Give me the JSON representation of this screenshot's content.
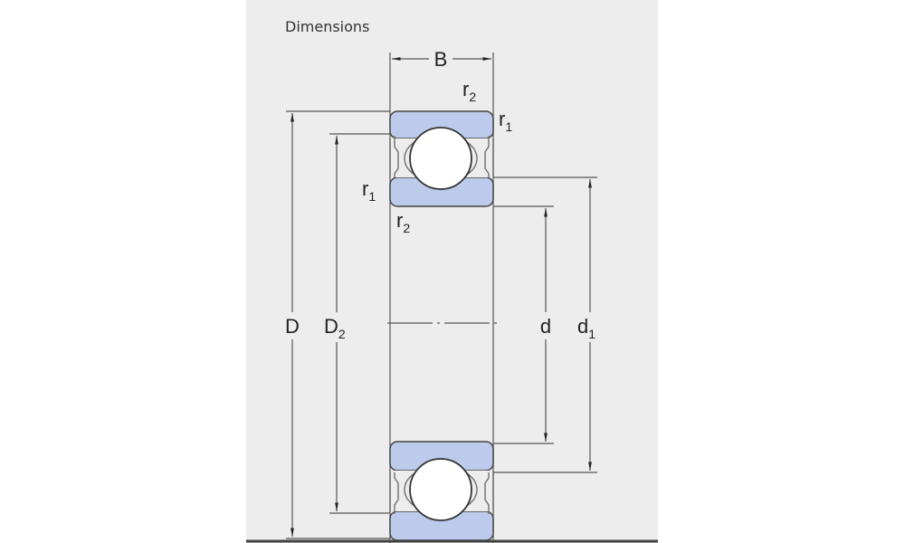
{
  "section_title": "Dimensions",
  "labels": {
    "B": "B",
    "D": "D",
    "D2_main": "D",
    "D2_sub": "2",
    "d": "d",
    "d1_main": "d",
    "d1_sub": "1",
    "r_main": "r",
    "r1_sub": "1",
    "r2_sub": "2"
  },
  "colors": {
    "ring_fill": "#bccbeb",
    "panel": "#ededed"
  }
}
